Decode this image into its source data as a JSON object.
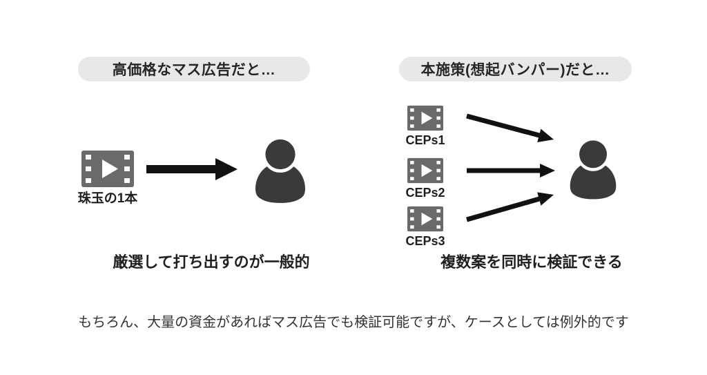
{
  "left_panel": {
    "header": "高価格なマス広告だと…",
    "video_label": "珠玉の1本",
    "caption": "厳選して打ち出すのが一般的"
  },
  "right_panel": {
    "header": "本施策(想起バンパー)だと…",
    "videos": [
      {
        "label": "CEPs1"
      },
      {
        "label": "CEPs2"
      },
      {
        "label": "CEPs3"
      }
    ],
    "caption": "複数案を同時に検証できる"
  },
  "footer": {
    "note": "もちろん、大量の資金があればマス広告でも検証可能ですが、ケースとしては例外的です"
  },
  "icons": {
    "film": "film-icon",
    "person": "person-icon",
    "arrow": "arrow-icon"
  },
  "colors": {
    "background": "#ffffff",
    "pill_background": "#e8e8e8",
    "header_text": "#262626",
    "film_gray": "#6a6a6a",
    "person_dark": "#3a3a3a",
    "arrow_black": "#111111",
    "caption_text": "#1f1f1f",
    "footer_text": "#333333"
  }
}
